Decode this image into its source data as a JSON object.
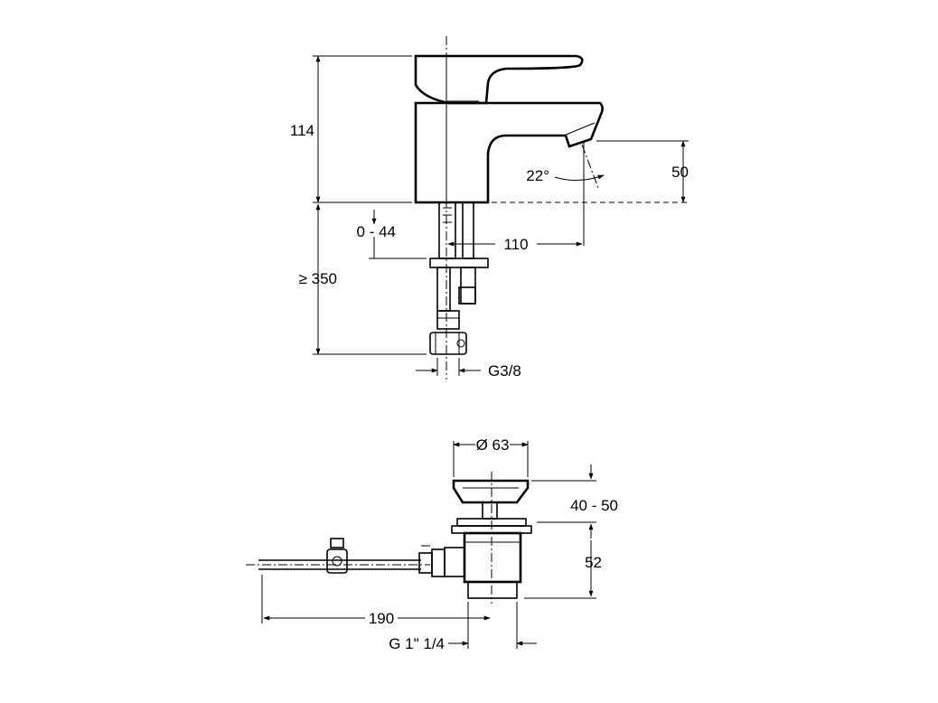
{
  "faucet_view": {
    "dimensions": {
      "height_total": "114",
      "spout_height": "50",
      "angle": "22°",
      "adjustment": "0 - 44",
      "reach": "110",
      "hose_length": "≥ 350",
      "connection": "G3/8"
    }
  },
  "waste_view": {
    "dimensions": {
      "diameter": "Ø 63",
      "plug_range": "40 - 50",
      "body_height": "52",
      "lever_length": "190",
      "thread": "G 1\" 1/4"
    }
  }
}
